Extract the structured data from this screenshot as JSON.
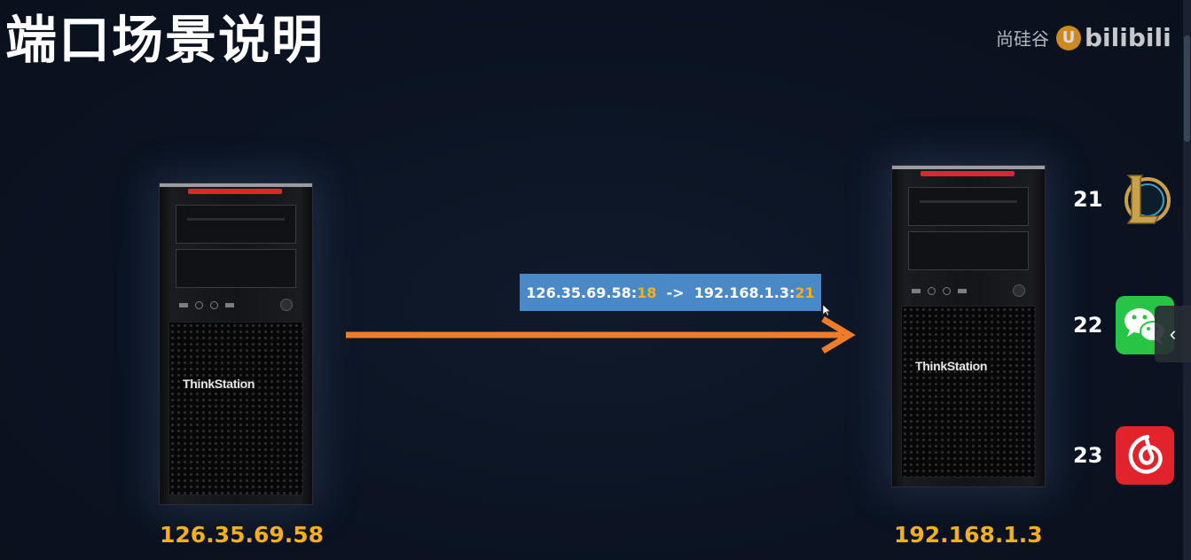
{
  "slide": {
    "title": "端口场景说明"
  },
  "watermark": {
    "text": "尚硅谷",
    "logo_letter": "U",
    "brand": "bilibili"
  },
  "left_host": {
    "brand": "ThinkStation",
    "ip": "126.35.69.58"
  },
  "right_host": {
    "brand": "ThinkStation",
    "ip": "192.168.1.3"
  },
  "mapping": {
    "src_ip": "126.35.69.58:",
    "src_port": "18",
    "arrow": "  ->  ",
    "dst_ip": "192.168.1.3:",
    "dst_port": "21"
  },
  "services": [
    {
      "port": "21",
      "icon": "league-of-legends-icon"
    },
    {
      "port": "22",
      "icon": "wechat-icon"
    },
    {
      "port": "23",
      "icon": "netease-music-icon"
    }
  ],
  "colors": {
    "accent_orange": "#f07c2a",
    "ip_yellow": "#f2b01e",
    "mapping_blue": "#4a89c8",
    "background": "#0b1322"
  },
  "side_button": {
    "label": "‹"
  }
}
